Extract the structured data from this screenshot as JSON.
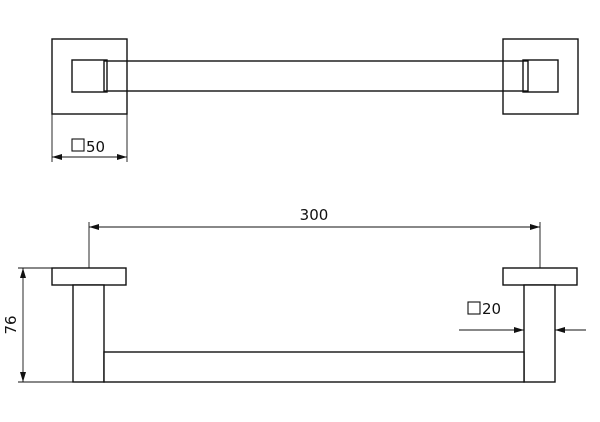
{
  "dimensions": {
    "base_size": "50",
    "length": "300",
    "height": "76",
    "bar_size": "20"
  }
}
